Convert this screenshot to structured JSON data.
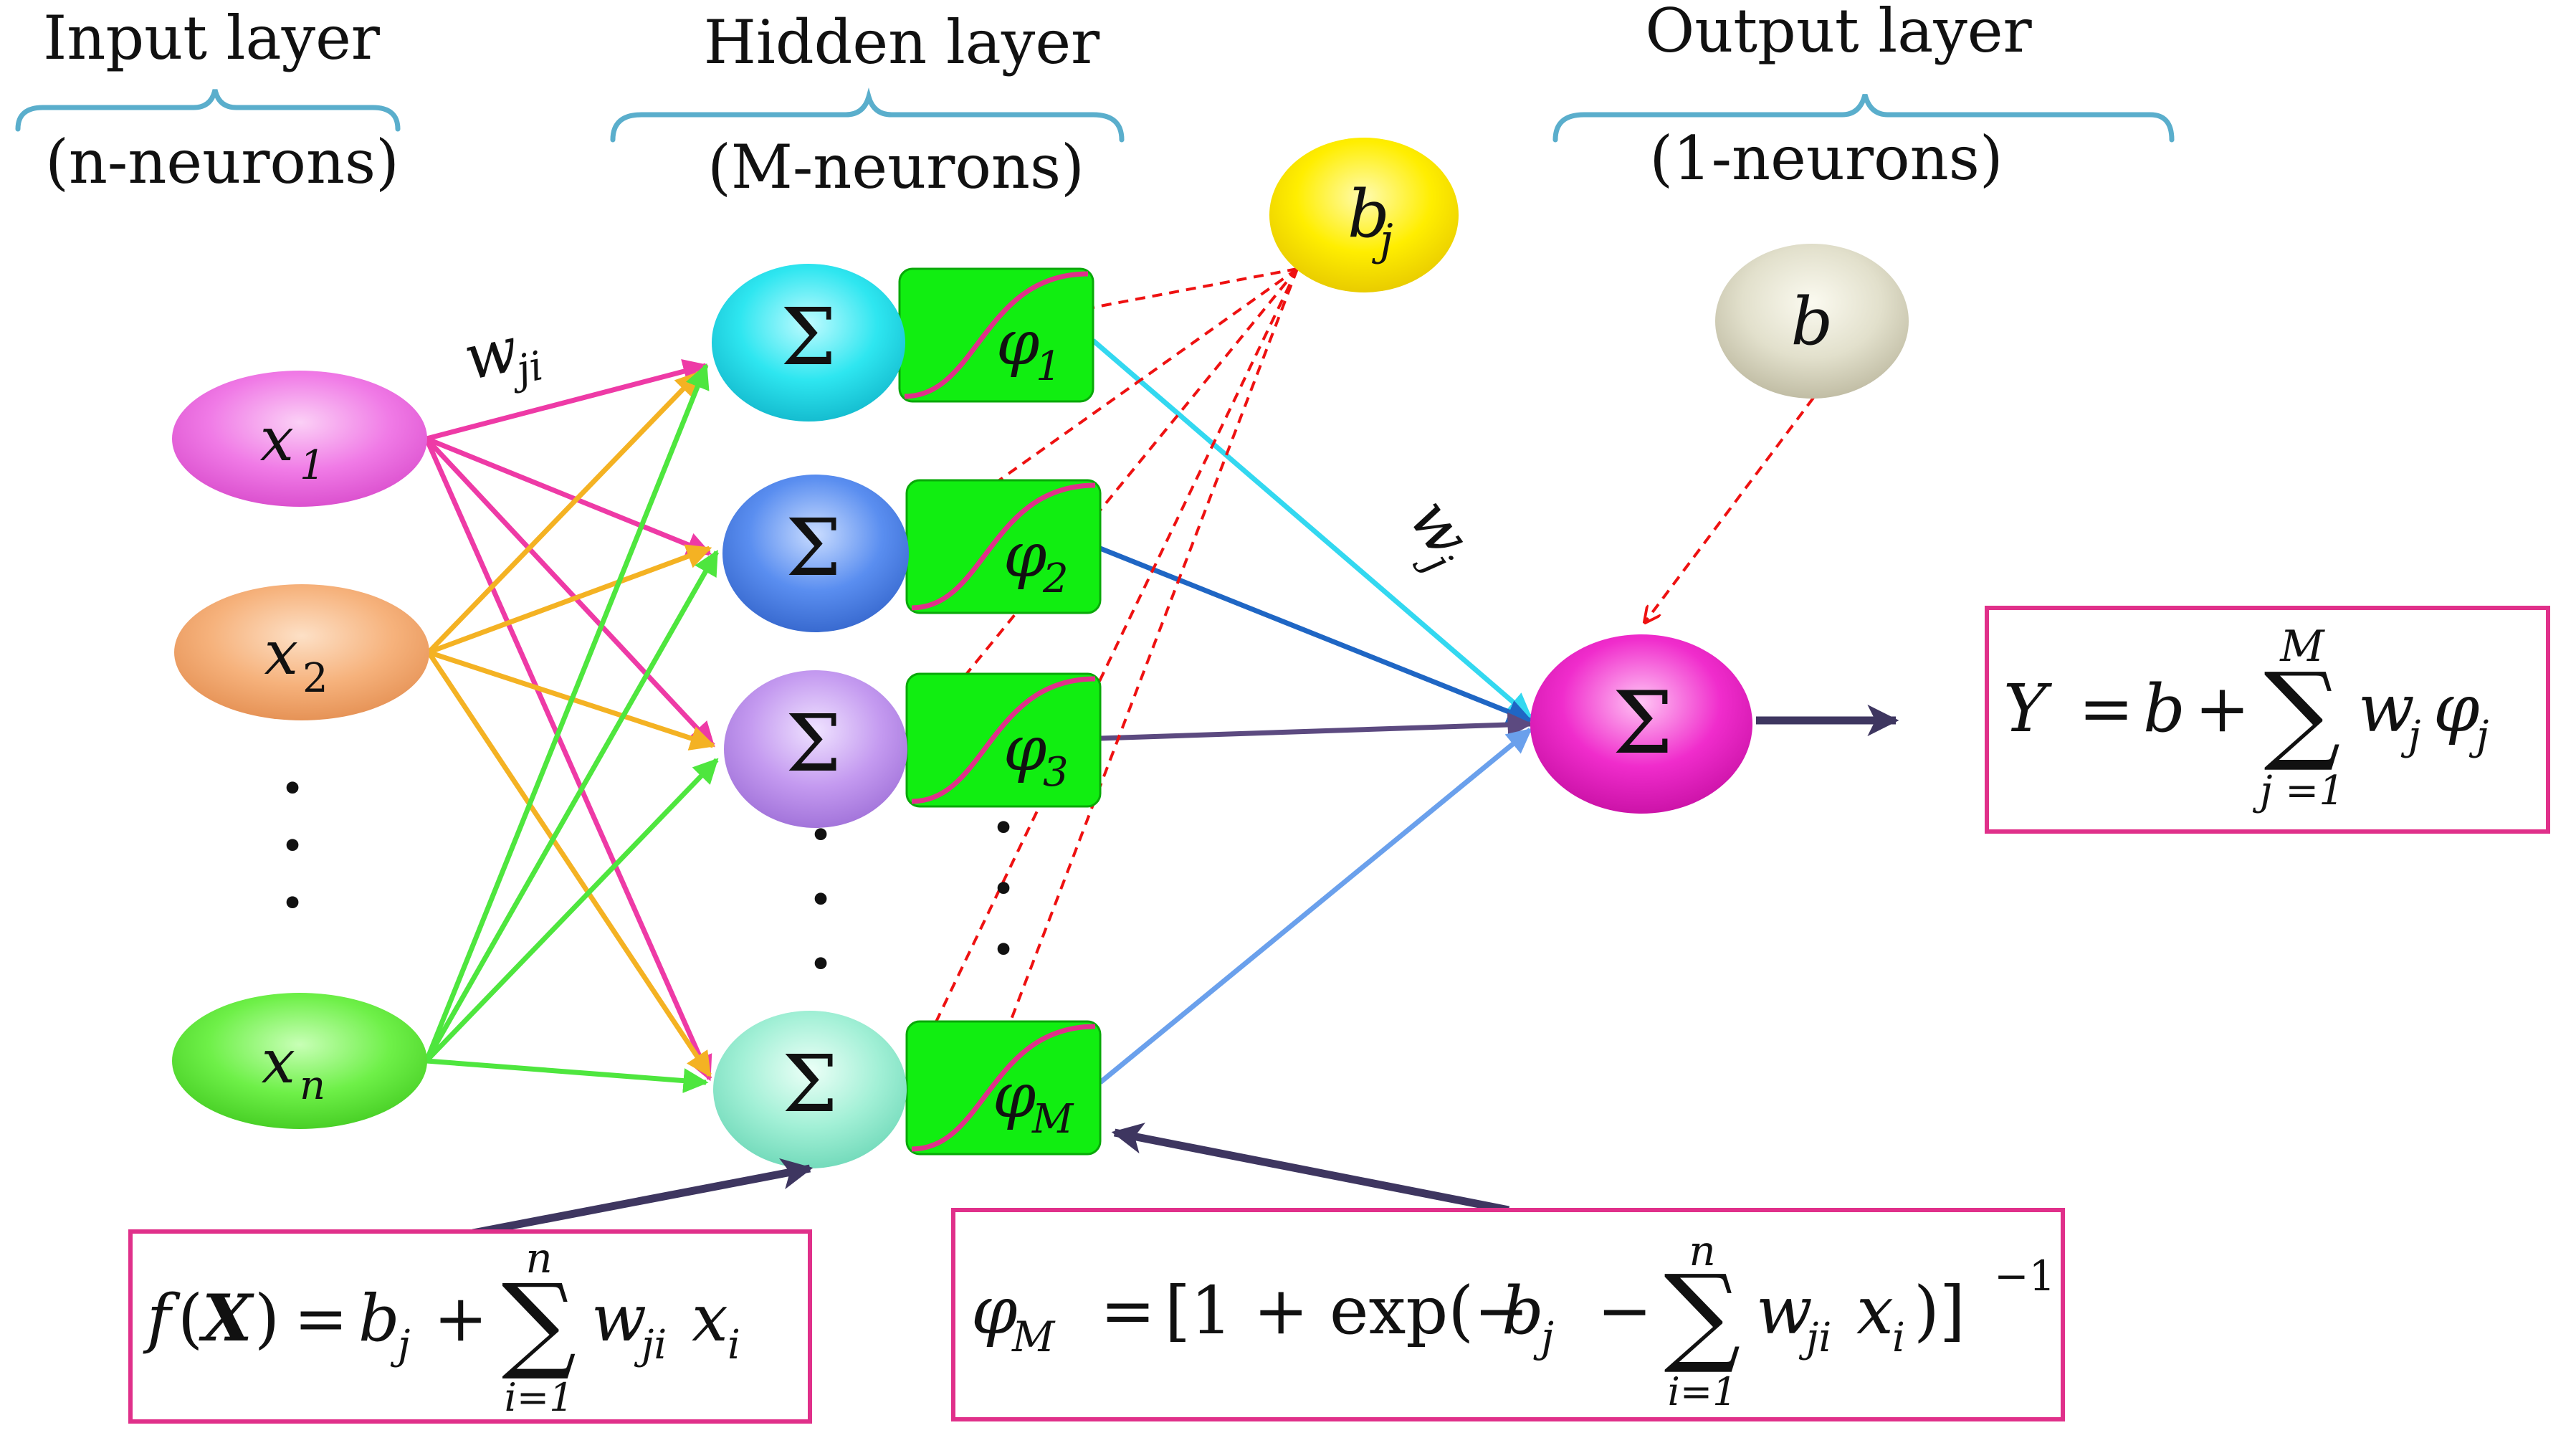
{
  "headers": {
    "input": {
      "title": "Input layer",
      "sub": "(n-neurons)"
    },
    "hidden": {
      "title": "Hidden layer",
      "sub": "(M-neurons)"
    },
    "output": {
      "title": "Output layer",
      "sub": "(1-neurons)"
    }
  },
  "inputs": [
    {
      "var": "x",
      "sub": "1",
      "color": "#f07ae6"
    },
    {
      "var": "x",
      "sub": "2",
      "color": "#f6b27c"
    },
    {
      "var": "x",
      "sub": "n",
      "color": "#6ef048"
    }
  ],
  "hidden_units": [
    {
      "sigma": "Σ",
      "phi": "φ",
      "sub": "1",
      "color": "#2ee6f0"
    },
    {
      "sigma": "Σ",
      "phi": "φ",
      "sub": "2",
      "color": "#5a8ef0"
    },
    {
      "sigma": "Σ",
      "phi": "φ",
      "sub": "3",
      "color": "#c49af0"
    },
    {
      "sigma": "Σ",
      "phi": "φ",
      "sub": "M",
      "color": "#a2f0d6"
    }
  ],
  "bias_hidden": {
    "var": "b",
    "sub": "j",
    "color": "#ffee00"
  },
  "bias_output": {
    "var": "b",
    "color": "#e2e0cc"
  },
  "output_sum": {
    "sigma": "Σ",
    "color": "#f02ccc"
  },
  "weights": {
    "w_ji": {
      "var": "w",
      "sub": "ji"
    },
    "w_j": {
      "var": "w",
      "sub": "j"
    }
  },
  "dots": "·",
  "formulas": {
    "output": {
      "lhs": "Y",
      "eq": "=",
      "b": "b",
      "plus": "+",
      "sum": "∑",
      "upper": "M",
      "lower": "j =1",
      "w": "w",
      "wsub": "j",
      "phi": "φ",
      "phisub": "j"
    },
    "hidden_sum": {
      "f": "f",
      "lparen": "(",
      "X": "X",
      "rparen": ")",
      "eq": "=",
      "b": "b",
      "bsub": "j",
      "plus": "+",
      "sum": "∑",
      "upper": "n",
      "lower": "i=1",
      "w": "w",
      "wsub": "ji",
      "x": "x",
      "xsub": "i"
    },
    "activation": {
      "phi": "φ",
      "phisub": "M",
      "eq": "=",
      "open": "[1 + exp(−",
      "b": "b",
      "bsub": "j",
      "minus": "−",
      "sum": "∑",
      "upper": "n",
      "lower": "i=1",
      "w": "w",
      "wsub": "ji",
      "x": "x",
      "xsub": "i",
      "close": ")]",
      "power": "−1"
    }
  },
  "colors": {
    "brace": "#5aaecc",
    "box_border": "#e0308a",
    "bias_arrow": "#ee1111",
    "pointer_arrow": "#3e3660",
    "sigmoid_box": "#11ee11",
    "sigmoid_curve": "#e0308a"
  }
}
